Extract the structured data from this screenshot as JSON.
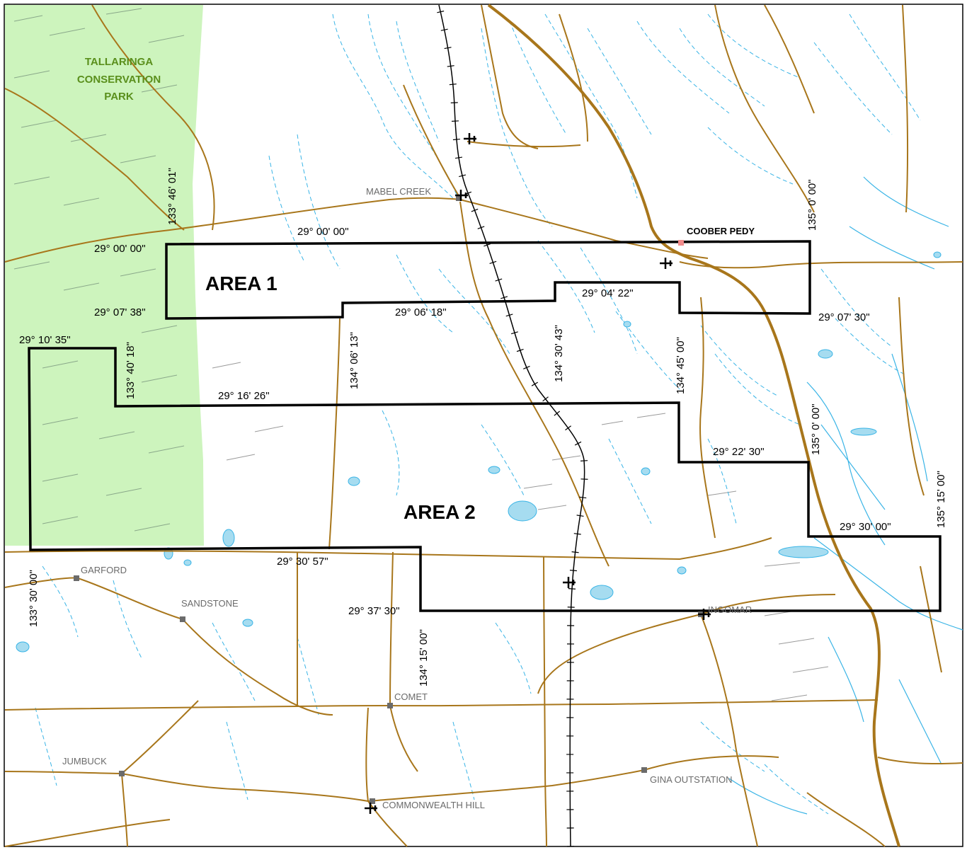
{
  "park": {
    "line1": "TALLARINGA",
    "line2": "CONSERVATION",
    "line3": "PARK",
    "color": "#cdf4bd"
  },
  "areas": {
    "area1": "AREA 1",
    "area2": "AREA 2"
  },
  "coordinates": {
    "c1": "29° 00' 00\"",
    "c2": "29° 00' 00\"",
    "c3": "29° 07' 38\"",
    "c4": "29° 06' 18\"",
    "c5": "29° 04' 22\"",
    "c6": "29° 07' 30\"",
    "c7": "29° 10' 35\"",
    "c8": "29° 16' 26\"",
    "c9": "29° 22' 30\"",
    "c10": "29° 30' 00\"",
    "c11": "29° 30' 57\"",
    "c12": "29° 37' 30\"",
    "v1": "133° 46' 01\"",
    "v2": "133° 40' 18\"",
    "v3": "134° 06' 13\"",
    "v4": "134° 30' 43\"",
    "v5": "134° 45' 00\"",
    "v6": "135° 0' 00\"",
    "v7": "135° 0' 00\"",
    "v8": "135° 15' 00\"",
    "v9": "133° 30' 00\"",
    "v10": "134° 15' 00\""
  },
  "towns": {
    "mabel_creek": "MABEL CREEK",
    "coober_pedy": "COOBER PEDY",
    "garford": "GARFORD",
    "sandstone": "SANDSTONE",
    "ingomar": "INGOMAR",
    "comet": "COMET",
    "jumbuck": "JUMBUCK",
    "gina_outstation": "GINA OUTSTATION",
    "commonwealth_hill": "COMMONWEALTH HILL"
  },
  "icons": {
    "airstrip": "airstrip-icon",
    "homestead": "homestead-marker-icon"
  },
  "colors": {
    "road": "#a8761b",
    "water": "#39b4e6",
    "boundary": "#000000",
    "coober_pedy_marker": "#f28c8c"
  }
}
